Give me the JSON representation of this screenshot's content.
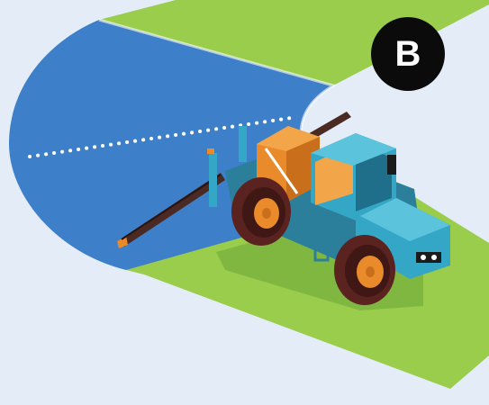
{
  "badge": {
    "label": "B"
  },
  "colors": {
    "background": "#e4edf7",
    "field_green": "#9acd4c",
    "sprayed_blue": "#3d7fc8",
    "tractor_teal": "#35a7c6",
    "tank_orange": "#e98b2a",
    "badge_black": "#0b0b0b"
  },
  "icons": [
    "sprayer-tractor-illustration",
    "spray-path-dotted-line"
  ]
}
